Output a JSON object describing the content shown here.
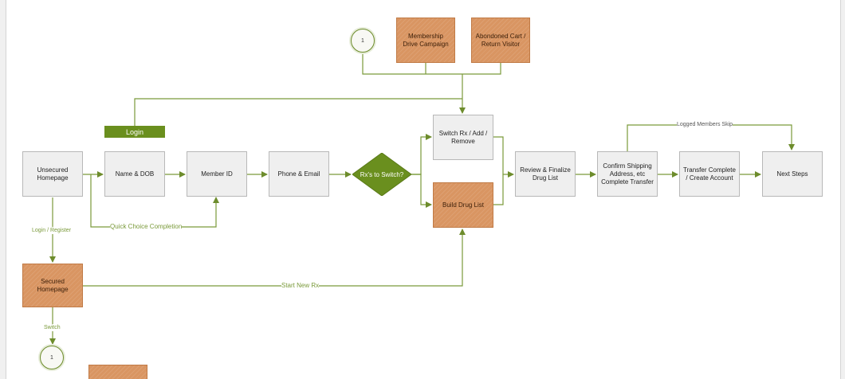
{
  "nodes": {
    "unsecured_homepage": "Unsecured Homepage",
    "name_dob": "Name & DOB",
    "member_id": "Member ID",
    "phone_email": "Phone & Email",
    "rx_switch": "Rx's to Switch?",
    "switch_rx": "Switch Rx / Add / Remove",
    "build_drug_list": "Build Drug List",
    "review_finalize": "Review & Finalize Drug List",
    "confirm_shipping": "Confirm Shipping Address, etc Complete Transfer",
    "transfer_complete": "Transfer Complete / Create Account",
    "next_steps": "Next Steps",
    "membership_drive": "Membership Drive Campaign",
    "abandoned_cart": "Abondoned Cart / Return Visitor",
    "secured_homepage": "Secured Homepage",
    "login": "Login",
    "connector_top": "1",
    "connector_bottom": "1"
  },
  "edge_labels": {
    "quick_choice": "Quick Choice Completion",
    "login_register": "Login / Register",
    "start_new_rx": "Start New Rx",
    "switch": "Switch",
    "logged_members_skip": "Logged Members Skip"
  },
  "colors": {
    "accent_green": "#6a8f1e",
    "connector_green": "#7a9a3a",
    "orange_box": "#d99562",
    "gray_box": "#efefef"
  }
}
